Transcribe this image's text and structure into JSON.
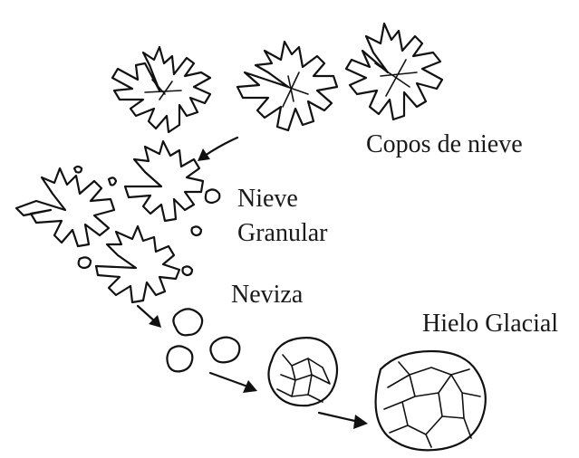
{
  "stages": {
    "snowflakes": "Copos de nieve",
    "granular_line1": "Nieve",
    "granular_line2": "Granular",
    "firn": "Neviza",
    "glacial_ice": "Hielo Glacial"
  },
  "colors": {
    "ink": "#111111",
    "background": "#ffffff"
  }
}
